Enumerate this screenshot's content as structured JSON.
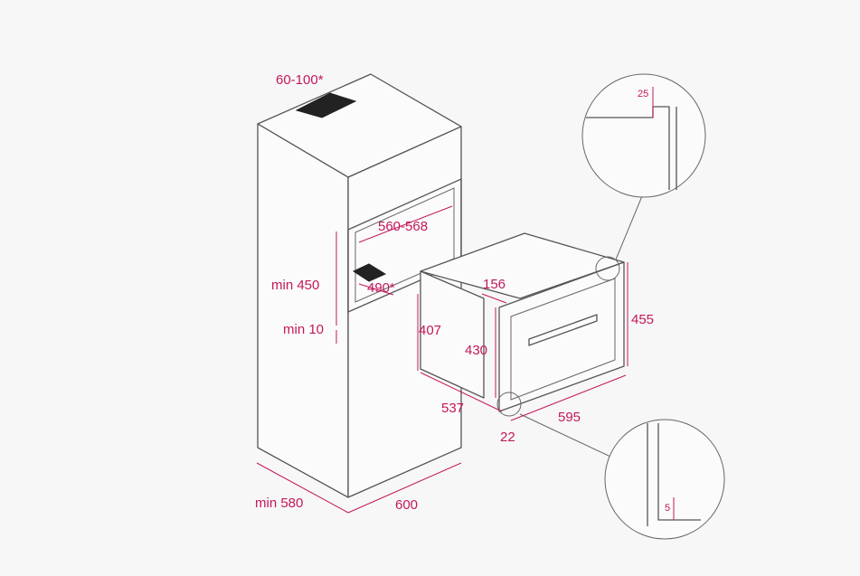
{
  "colors": {
    "dimension": "#c2185b",
    "line": "#555555",
    "background": "#f7f7f7"
  },
  "labels": {
    "vent_top": "60-100*",
    "niche_width": "560-568",
    "niche_height": "min 450",
    "niche_clearance": "min 10",
    "vent_bottom": "490*",
    "cabinet_depth": "min 580",
    "cabinet_width": "600",
    "oven_body_height": "407",
    "oven_front_height": "430",
    "oven_top_step": "156",
    "oven_total_height": "455",
    "oven_depth": "537",
    "oven_width": "595",
    "oven_panel_offset": "22",
    "detail_top_gap": "25",
    "detail_bottom_gap": "5"
  }
}
